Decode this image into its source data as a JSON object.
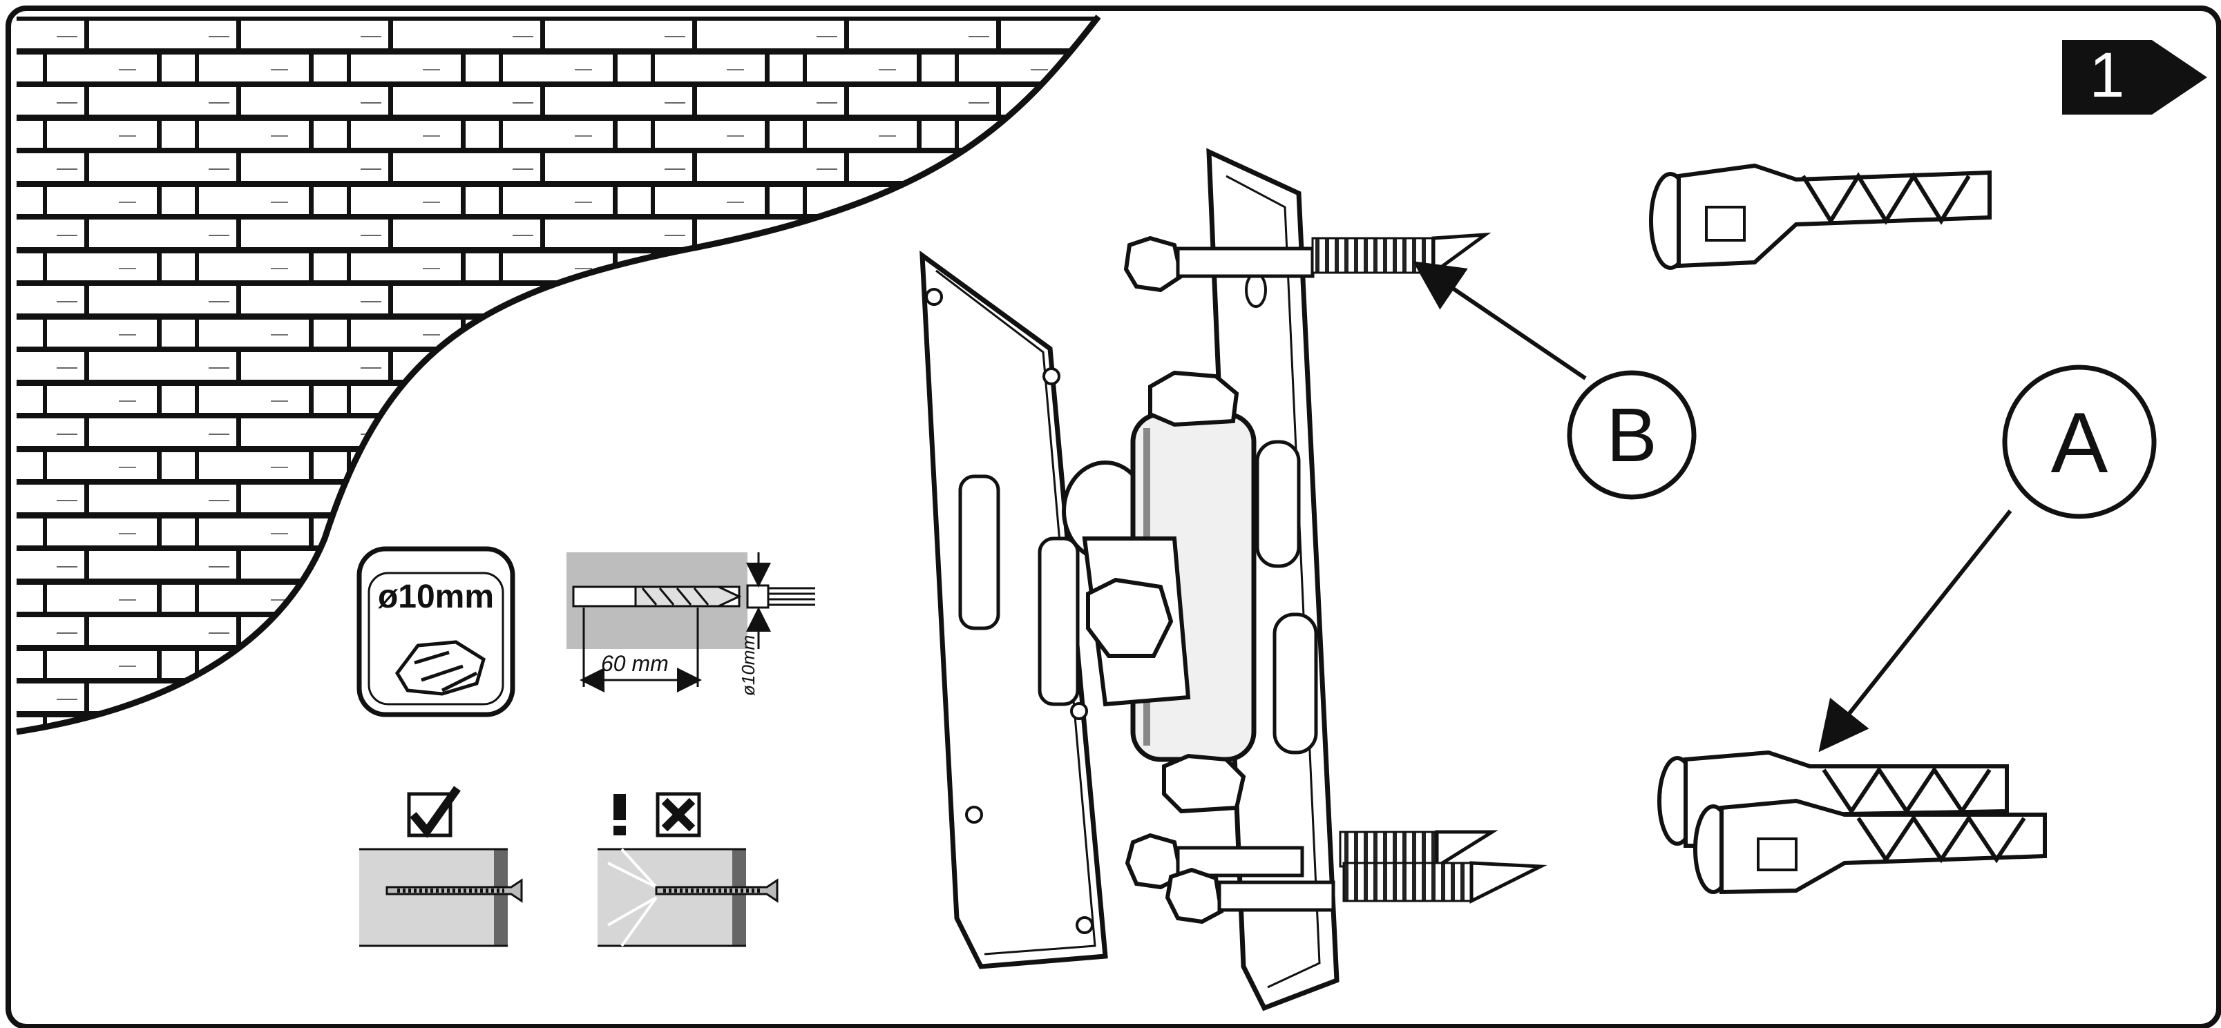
{
  "step": {
    "number": "1"
  },
  "callouts": {
    "a": "A",
    "b": "B"
  },
  "drill": {
    "bit_size": "ø10mm",
    "depth_label": "60  mm",
    "diameter_label": "ø10mm"
  },
  "icons": {
    "step_arrow": "step-arrow-icon",
    "drill_bit": "drill-bit-icon",
    "ok": "checkmark-icon",
    "wrong": "cross-icon",
    "warning": "exclamation-icon"
  },
  "colors": {
    "ink": "#111111",
    "paper": "#ffffff",
    "gray_wall": "#bdbdbd",
    "dark_gray": "#555555"
  }
}
